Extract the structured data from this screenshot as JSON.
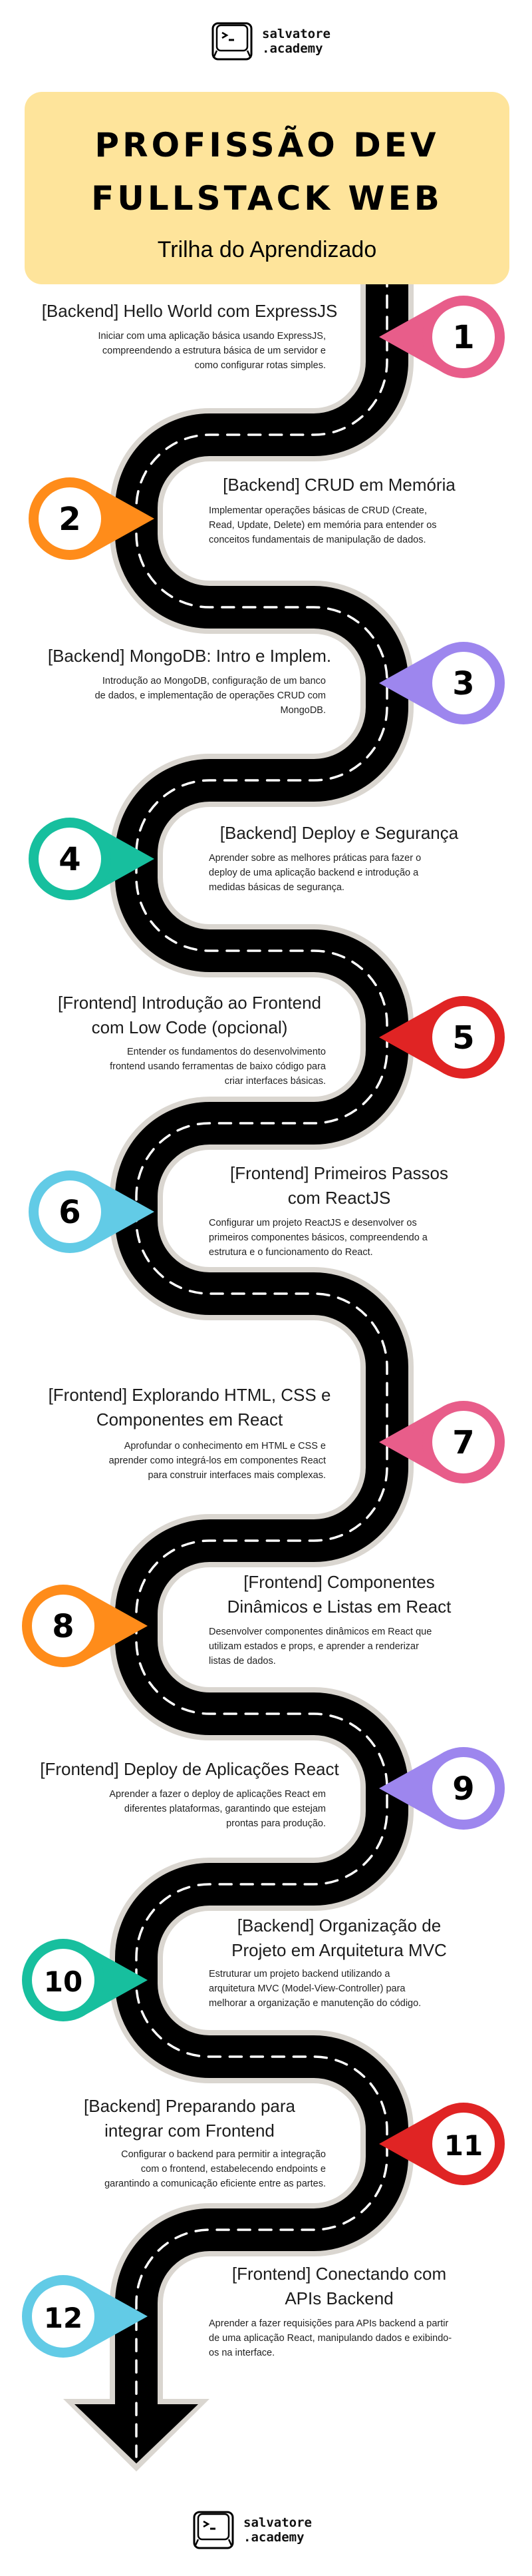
{
  "brand": {
    "line1": "salvatore",
    "line2": ".academy",
    "icon": "terminal-keycap-icon"
  },
  "header": {
    "title_line1": "PROFISSÃO DEV",
    "title_line2": "FULLSTACK WEB",
    "subtitle": "Trilha do Aprendizado",
    "background": "#FEE49B"
  },
  "road": {
    "asphalt": "#000000",
    "border": "#DAD6D0",
    "dash": "#FFFFFF"
  },
  "steps": [
    {
      "number": "1",
      "color": "#E85D8A",
      "title": [
        "[Backend] Hello World com ExpressJS"
      ],
      "description": [
        "Iniciar com uma aplicação básica usando ExpressJS,",
        "compreendendo a estrutura básica de um servidor e",
        "como configurar rotas simples."
      ]
    },
    {
      "number": "2",
      "color": "#FF8C1A",
      "title": [
        "[Backend] CRUD em Memória"
      ],
      "description": [
        "Implementar operações básicas de CRUD (Create,",
        "Read, Update, Delete) em memória para entender os",
        "conceitos fundamentais de manipulação de dados."
      ]
    },
    {
      "number": "3",
      "color": "#9D86EE",
      "title": [
        "[Backend] MongoDB: Intro e Implem."
      ],
      "description": [
        "Introdução ao MongoDB, configuração de um banco",
        "de dados, e implementação de operações CRUD com",
        "MongoDB."
      ]
    },
    {
      "number": "4",
      "color": "#17BF9E",
      "title": [
        "[Backend] Deploy e Segurança"
      ],
      "description": [
        "Aprender sobre as melhores práticas para fazer o",
        "deploy de uma aplicação backend e introdução a",
        "medidas básicas de segurança."
      ]
    },
    {
      "number": "5",
      "color": "#E02424",
      "title": [
        "[Frontend] Introdução ao Frontend",
        "com Low Code (opcional)"
      ],
      "description": [
        "Entender os fundamentos do desenvolvimento",
        "frontend usando ferramentas de baixo código para",
        "criar interfaces básicas."
      ]
    },
    {
      "number": "6",
      "color": "#62CBE6",
      "title": [
        "[Frontend] Primeiros Passos",
        "com ReactJS"
      ],
      "description": [
        "Configurar um projeto ReactJS e desenvolver os",
        "primeiros componentes básicos, compreendendo a",
        "estrutura e o funcionamento do React."
      ]
    },
    {
      "number": "7",
      "color": "#E85D8A",
      "title": [
        "[Frontend] Explorando HTML, CSS e",
        "Componentes em React"
      ],
      "description": [
        "Aprofundar o conhecimento em HTML e CSS e",
        "aprender como integrá-los em componentes React",
        "para construir interfaces mais complexas."
      ]
    },
    {
      "number": "8",
      "color": "#FF8C1A",
      "title": [
        "[Frontend] Componentes",
        "Dinâmicos e Listas em React"
      ],
      "description": [
        "Desenvolver componentes dinâmicos em React que",
        "utilizam estados e props, e aprender a renderizar",
        "listas de dados."
      ]
    },
    {
      "number": "9",
      "color": "#9D86EE",
      "title": [
        "[Frontend] Deploy de Aplicações React"
      ],
      "description": [
        "Aprender a fazer o deploy de aplicações React em",
        "diferentes plataformas, garantindo que estejam",
        "prontas para produção."
      ]
    },
    {
      "number": "10",
      "color": "#17BF9E",
      "title": [
        "[Backend] Organização de",
        "Projeto em Arquitetura MVC"
      ],
      "description": [
        "Estruturar um projeto backend utilizando a",
        "arquitetura MVC (Model-View-Controller) para",
        "melhorar a organização e manutenção do código."
      ]
    },
    {
      "number": "11",
      "color": "#E02424",
      "title": [
        "[Backend] Preparando para",
        "integrar com Frontend"
      ],
      "description": [
        "Configurar o backend para permitir a integração",
        "com o frontend, estabelecendo endpoints e",
        "garantindo a comunicação eficiente entre as partes."
      ]
    },
    {
      "number": "12",
      "color": "#62CBE6",
      "title": [
        "[Frontend] Conectando com",
        "APIs Backend"
      ],
      "description": [
        "Aprender a fazer requisições para APIs backend a partir",
        "de uma aplicação React, manipulando dados e exibindo-",
        "os na interface."
      ]
    }
  ]
}
